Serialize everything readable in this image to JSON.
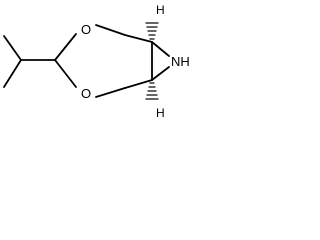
{
  "molecule": {
    "atoms": {
      "oxygen_top": "O",
      "oxygen_bottom": "O",
      "nitrogen": "NH",
      "stereo_h_top": "H",
      "stereo_h_bottom": "H"
    },
    "colors": {
      "bond": "#000000",
      "label": "#000000",
      "background": "#ffffff"
    }
  }
}
